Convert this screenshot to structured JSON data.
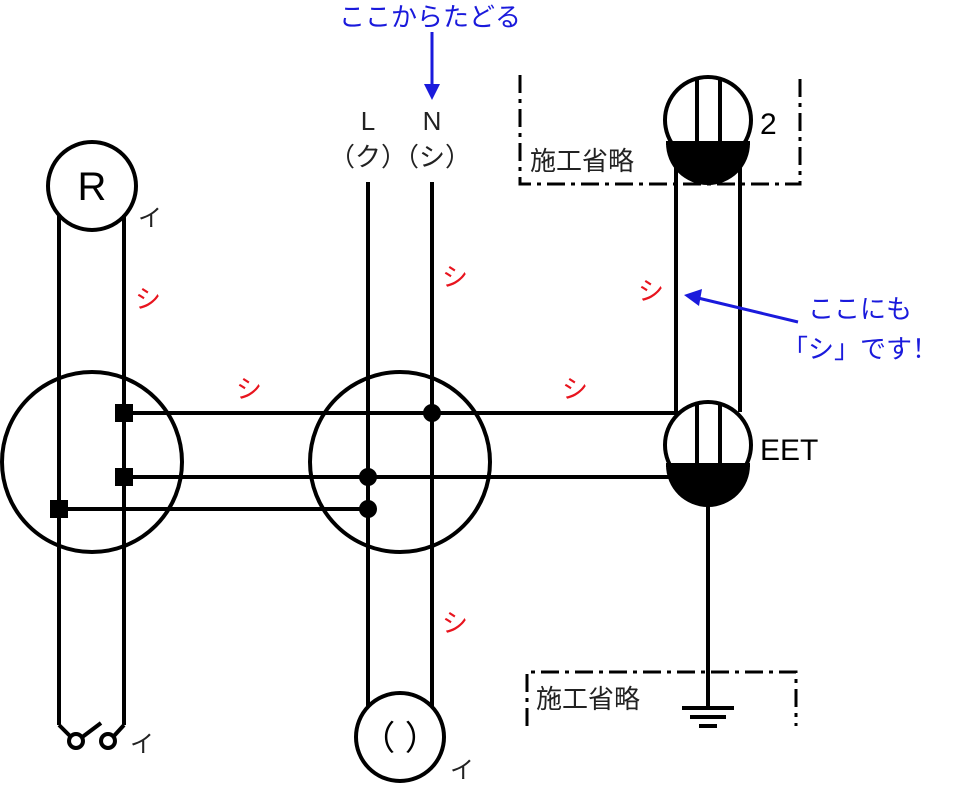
{
  "annotations": {
    "trace_start": "ここからたどる",
    "note_line1": "ここにも",
    "note_line2": "「シ」です！"
  },
  "power_source": {
    "l_label": "L",
    "l_color": "（ク）",
    "n_label": "N",
    "n_color": "（シ）"
  },
  "devices": {
    "lamp_r": "R",
    "lamp_r_tag": "イ",
    "switch_tag": "イ",
    "outlet_symbol": "（ ）",
    "outlet_tag": "イ",
    "outlet_top_count": "2",
    "outlet_eet_label": "EET"
  },
  "omitted": {
    "top_label": "施工省略",
    "bottom_label": "施工省略"
  },
  "wire_labels": {
    "w1": "シ",
    "w2": "シ",
    "w3": "シ",
    "w4": "シ",
    "w5": "シ",
    "w6": "シ"
  },
  "colors": {
    "wire": "#000000",
    "annotation": "#1a1adc",
    "wire_label": "#e8141e",
    "text": "#222222"
  }
}
